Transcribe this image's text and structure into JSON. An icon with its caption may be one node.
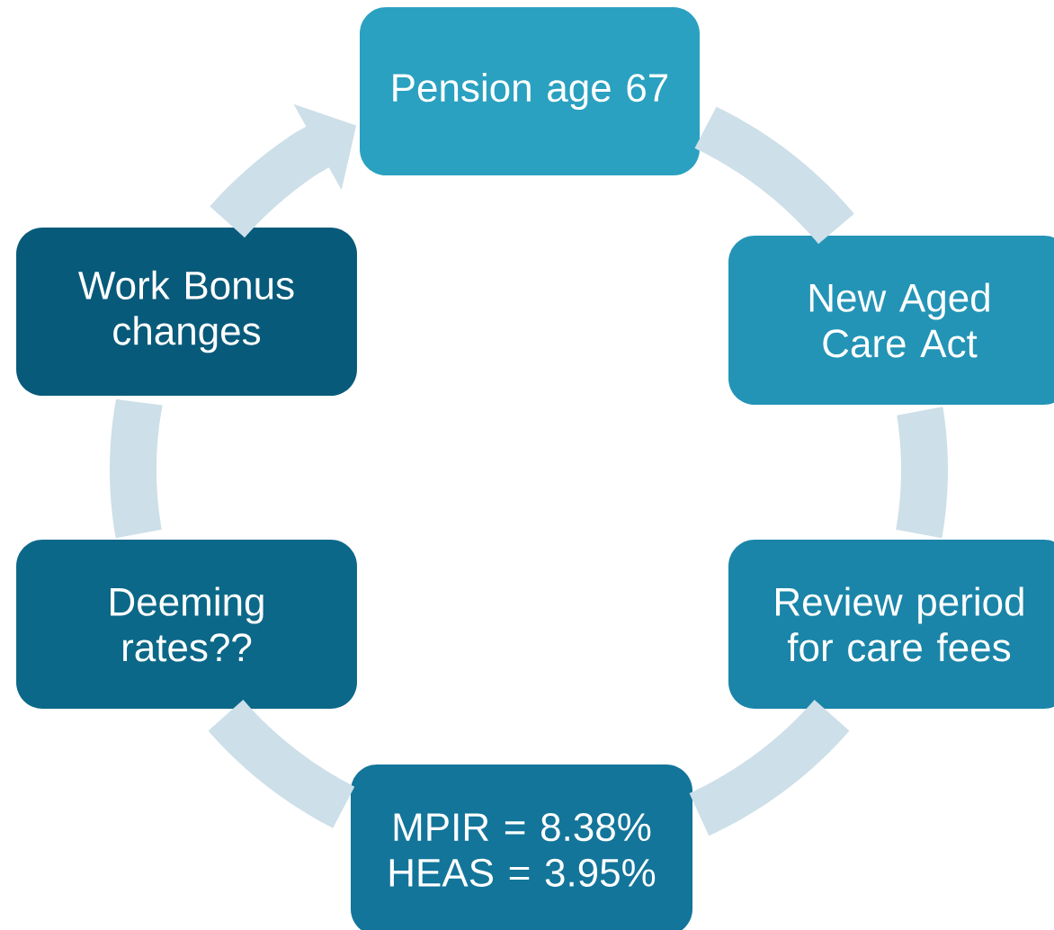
{
  "diagram": {
    "nodes": [
      {
        "text": [
          "Pension age 67"
        ]
      },
      {
        "text": [
          "New Aged Care Act"
        ]
      },
      {
        "text": [
          "Review period for care fees"
        ]
      },
      {
        "text": [
          "MPIR = 8.38% HEAS = 3.95%"
        ]
      },
      {
        "text": [
          "Deeming rates??"
        ]
      },
      {
        "text": [
          "Work Bonus changes"
        ]
      }
    ],
    "edges": [
      {
        "from": 0,
        "to": 1,
        "arrow": "none"
      },
      {
        "from": 1,
        "to": 2,
        "arrow": "none"
      },
      {
        "from": 2,
        "to": 3,
        "arrow": "none"
      },
      {
        "from": 3,
        "to": 4,
        "arrow": "none"
      },
      {
        "from": 4,
        "to": 5,
        "arrow": "none"
      },
      {
        "from": 5,
        "to": 0,
        "arrow": "to"
      }
    ]
  }
}
